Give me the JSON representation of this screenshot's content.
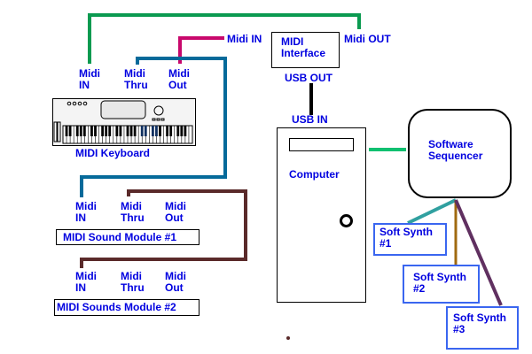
{
  "colors": {
    "label_text": "#0000e0",
    "cable_green": "#0a9a50",
    "cable_pink": "#c8086c",
    "cable_blue": "#056a9a",
    "cable_brown": "#5a2a2a",
    "usb_black": "#000000",
    "link_green": "#10c070",
    "synth_teal": "#30a0a0",
    "synth_gold": "#a06a10",
    "synth_purple": "#603060",
    "synth_box_border": "#3a66f0"
  },
  "midi_interface": {
    "label": "MIDI\nInterface",
    "midi_in_label": "Midi IN",
    "midi_out_label": "Midi OUT",
    "usb_out_label": "USB OUT"
  },
  "keyboard": {
    "label": "MIDI Keyboard",
    "ports": [
      {
        "label": "Midi\nIN"
      },
      {
        "label": "Midi\nThru"
      },
      {
        "label": "Midi\nOut"
      }
    ]
  },
  "sound_module_1": {
    "label": "MIDI Sound Module #1",
    "ports": [
      {
        "label": "Midi\nIN"
      },
      {
        "label": "Midi\nThru"
      },
      {
        "label": "Midi\nOut"
      }
    ]
  },
  "sound_module_2": {
    "label": "MIDI Sounds Module #2",
    "ports": [
      {
        "label": "Midi\nIN"
      },
      {
        "label": "Midi\nThru"
      },
      {
        "label": "Midi\nOut"
      }
    ]
  },
  "computer": {
    "label": "Computer",
    "usb_in_label": "USB IN"
  },
  "sequencer": {
    "label": "Software\nSequencer"
  },
  "soft_synths": [
    {
      "label": "Soft Synth\n#1"
    },
    {
      "label": "Soft Synth\n#2"
    },
    {
      "label": "Soft Synth\n#3"
    }
  ]
}
